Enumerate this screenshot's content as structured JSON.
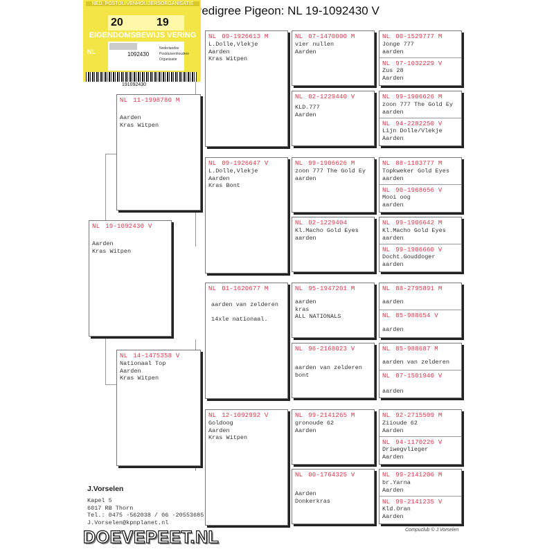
{
  "title": "Pedigree Pigeon: NL  19-1092430 V",
  "ring_card": {
    "header": "NED. POSTDUIVENHOUDERSORGANISATIE",
    "year_left": "20",
    "year_right": "19",
    "band_text": "EIGENDOMSBEWIJS VERING",
    "nl": "NL",
    "number": "1092430",
    "keys": [
      "Nederlandse",
      "Postduivenhouders",
      "Organisatie"
    ],
    "barcode_number": "191092430"
  },
  "boxes": {
    "subject": {
      "nl": "NL",
      "ring": "19-1092430 V",
      "text": "Aarden\nKras Witpen"
    },
    "father": {
      "nl": "NL",
      "ring": "11-1998780 M",
      "text": "Aarden\nKras Witpen"
    },
    "mother": {
      "nl": "NL",
      "ring": "14-1475358 V",
      "text": "Nationaal Top\nAarden\nKras Witpen"
    },
    "ff": {
      "nl": "NL",
      "ring": "09-1926613 M",
      "text": "L.Dolle,Vlekje\nAarden\nKras Witpen"
    },
    "fm": {
      "nl": "NL",
      "ring": "09-1926647 V",
      "text": "L.Dolle,Vlekje\nAarden\nKras Bont"
    },
    "mf": {
      "nl": "NL",
      "ring": "01-1620677 M",
      "text": "aarden van zelderen\n\n14xle nationaal."
    },
    "mm": {
      "nl": "NL",
      "ring": "12-1092992 V",
      "text": "Goldoog\nAarden\nKras Witpen"
    },
    "fff": {
      "nl": "NL",
      "ring": "07-1470000 M",
      "text": "vier nullen\nAarden"
    },
    "ffm": {
      "nl": "NL",
      "ring": "02-1229440 V",
      "text": "KLD.777\nAarden"
    },
    "fmf": {
      "nl": "NL",
      "ring": "99-1906626 M",
      "text": "zoon 777 The Gold Ey\naarden"
    },
    "fmm": {
      "nl": "NL",
      "ring": "02-1229404",
      "text": "Kl.Macho Gold Eyes\naarden"
    },
    "mff": {
      "nl": "NL",
      "ring": "95-1947201 M",
      "text": "aarden\nkras\nALL NATIONALS"
    },
    "mfm": {
      "nl": "NL",
      "ring": "96-2168023 V",
      "text": "aarden van zelderen\nbont"
    },
    "mmf": {
      "nl": "NL",
      "ring": "99-2141265 M",
      "text": "gronoude 62\nAarden"
    },
    "mmm": {
      "nl": "NL",
      "ring": "00-1764325 V",
      "text": "Aarden\nDonkerkras"
    },
    "g1a": {
      "nl": "NL",
      "ring": "00-1529777 M",
      "text": "Jonge 777\naarden"
    },
    "g1b": {
      "nl": "NL",
      "ring": "97-1032229 V",
      "text": "Zus 28\nAarden"
    },
    "g2a": {
      "nl": "NL",
      "ring": "99-1906626 M",
      "text": "zoon 777 The Gold Ey\naarden"
    },
    "g2b": {
      "nl": "NL",
      "ring": "94-2282250 V",
      "text": "Lijn Dolle/Vlekje\nAarden"
    },
    "g3a": {
      "nl": "NL",
      "ring": "88-1103777 M",
      "text": "Topkweker Gold Eyes\naarden"
    },
    "g3b": {
      "nl": "NL",
      "ring": "90-1968656 V",
      "text": "Mooi oog\naarden"
    },
    "g4a": {
      "nl": "NL",
      "ring": "99-1906642 M",
      "text": "Kl.Macho Gold Eyes\naarden"
    },
    "g4b": {
      "nl": "NL",
      "ring": "99-1906660 V",
      "text": "Docht.Gouddoger\naarden"
    },
    "g5a": {
      "nl": "NL",
      "ring": "88-2795891 M",
      "text": "aarden"
    },
    "g5b": {
      "nl": "NL",
      "ring": "85-988654 V",
      "text": "aarden"
    },
    "g6a": {
      "nl": "NL",
      "ring": "85-988687 M",
      "text": "aarden van zelderen"
    },
    "g6b": {
      "nl": "NL",
      "ring": "87-1501940 V",
      "text": "aarden"
    },
    "g7a": {
      "nl": "NL",
      "ring": "92-2715509 M",
      "text": "Ziioude 62\nAarden"
    },
    "g7b": {
      "nl": "NL",
      "ring": "94-1170226 V",
      "text": "Driwegvlieger\nAarden"
    },
    "g8a": {
      "nl": "NL",
      "ring": "99-2141206 M",
      "text": "br.Yarna\nAarden"
    },
    "g8b": {
      "nl": "NL",
      "ring": "99-2141235 V",
      "text": "Kld.Oran\nAarden"
    }
  },
  "owner": {
    "name": "J.Vorselen",
    "address1": "Kapel 5",
    "address2": "6017 RB  Thorn",
    "phone": "Tel.: 0475  -562038 / 06 -20553685",
    "email": "J.Vorselen@kpnplanet.nl"
  },
  "compuclub": "Compuclub © J.Vorselen",
  "watermark": "DOEVEPEET.NL"
}
